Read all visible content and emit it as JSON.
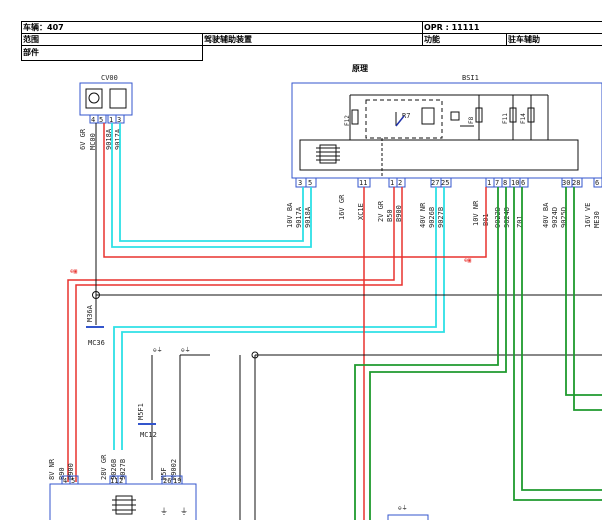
{
  "header": {
    "vehicle_label": "车辆：407",
    "opr_label": "OPR : 11111",
    "scope_label": "范围",
    "scope_value": "驾驶辅助装置",
    "function_label": "功能",
    "function_value": "驻车辅助",
    "parts_label": "部件"
  },
  "diagram": {
    "section_title": "原理",
    "connectors": {
      "cv00": "CV00",
      "bsi1": "BSI1"
    },
    "fuses": [
      "F12",
      "F8",
      "F11",
      "F14"
    ],
    "relay": "R7",
    "cv00_wires": {
      "group": "6V GR",
      "labels": [
        "MC00",
        "9018A",
        "9017A"
      ],
      "pins": [
        "4",
        "5",
        "1",
        "3"
      ]
    },
    "bsi_wires": [
      {
        "group": "10V BA",
        "labels": [
          "9017A",
          "9018A"
        ],
        "pins": [
          "3",
          "5"
        ]
      },
      {
        "group": "16V GR",
        "labels": [
          "XC1E"
        ],
        "pins": [
          "11"
        ]
      },
      {
        "group": "2V GR",
        "labels": [
          "B50",
          "B900"
        ],
        "pins": [
          "1",
          "2"
        ]
      },
      {
        "group": "40V NR",
        "labels": [
          "9026B",
          "9027B"
        ],
        "pins": [
          "27",
          "25"
        ]
      },
      {
        "group": "10V NR",
        "labels": [
          "B01"
        ],
        "pins": [
          "1",
          "7"
        ]
      },
      {
        "group": "",
        "labels": [
          "9022D",
          "9024D",
          "Z01"
        ],
        "pins": [
          "8",
          "10",
          "6"
        ]
      },
      {
        "group": "40V BA",
        "labels": [
          "9024D",
          "9025D"
        ],
        "pins": [
          "30",
          "28"
        ]
      },
      {
        "group": "16V VE",
        "labels": [
          "ME30"
        ],
        "pins": [
          "6"
        ]
      }
    ],
    "grounds": [
      "M36A",
      "MC36",
      "M5F1",
      "MC12",
      "M5F",
      "M9002"
    ],
    "lower_wires": [
      {
        "group": "8V NR",
        "labels": [
          "B90",
          "B900"
        ],
        "pins": [
          "4",
          "5"
        ]
      },
      {
        "group": "28V GR",
        "labels": [
          "9026B",
          "9027B"
        ],
        "pins": [
          "11",
          "2"
        ]
      },
      {
        "group": "",
        "labels": [
          "M5F",
          "M9002"
        ],
        "pins": [
          "26",
          "19"
        ]
      }
    ],
    "colors": {
      "cyan": "#2ee0e6",
      "red": "#e8322e",
      "green": "#1f9a2e",
      "blue_frame": "#3355cc",
      "black": "#111111"
    }
  }
}
